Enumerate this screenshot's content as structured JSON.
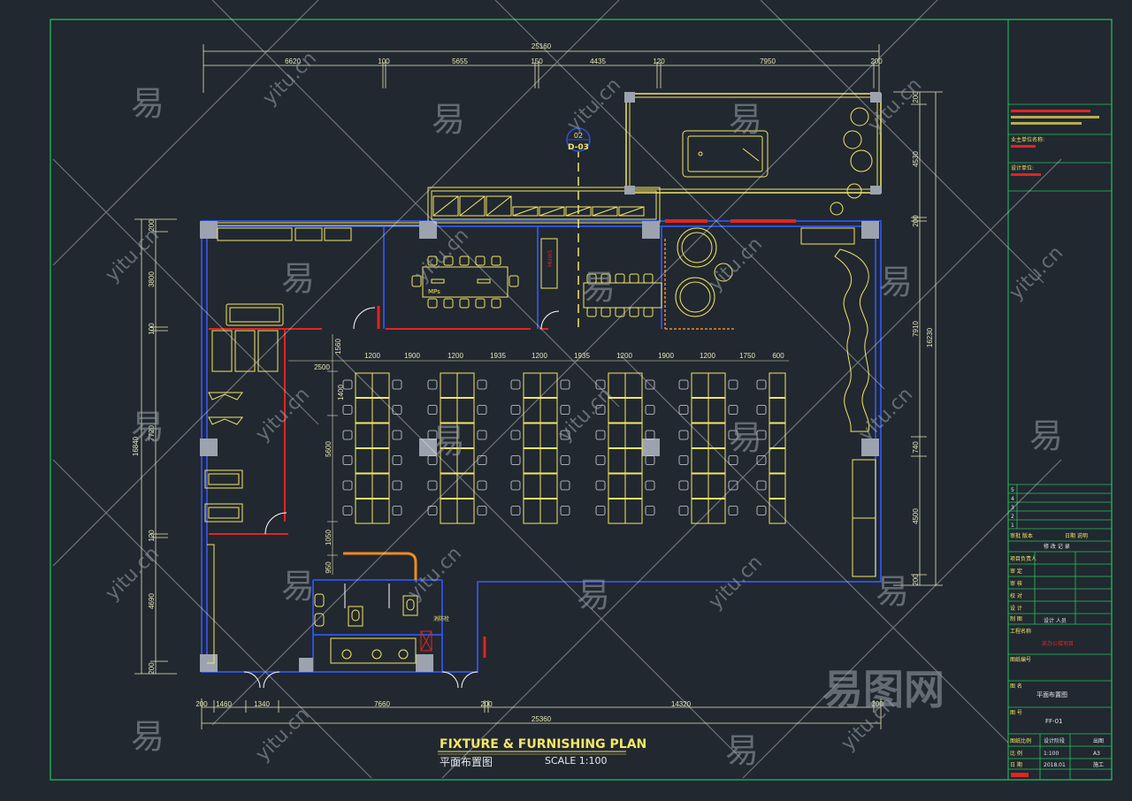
{
  "drawing": {
    "title_en": "FIXTURE & FURNISHING PLAN",
    "title_cn": "平面布置图",
    "scale": "SCALE 1:100",
    "section_marker": {
      "top": "02",
      "bottom": "D-03"
    },
    "meeting_label": "MPs",
    "wall_label": "MUWS",
    "fire_label": "消防栓"
  },
  "dimensions": {
    "top_total": "25160",
    "top_segments": [
      "6620",
      "100",
      "5655",
      "150",
      "4435",
      "120",
      "7950",
      "200"
    ],
    "bottom_total": "25360",
    "bottom_segments": [
      "200",
      "1460",
      "1340",
      "7660",
      "200",
      "14320",
      "200"
    ],
    "left_total": "16840",
    "left_segments": [
      "200",
      "3800",
      "100",
      "7720",
      "120",
      "4690",
      "200"
    ],
    "right_total": "16230",
    "right_segments": [
      "200",
      "4530",
      "200",
      "7910",
      "740",
      "4500",
      "200"
    ],
    "desk_row": [
      "1200",
      "1900",
      "1200",
      "1935",
      "1200",
      "1935",
      "1200",
      "1900",
      "1200",
      "1750",
      "600"
    ],
    "desk_col": [
      "1560",
      "2500",
      "1400",
      "5600",
      "1050",
      "950"
    ]
  },
  "title_block": {
    "client_label": "业主单位名称:",
    "designer_label": "设计单位:",
    "revision_rows": [
      "5",
      "4",
      "3",
      "2",
      "1"
    ],
    "approval_label": "审批 版本",
    "approval_head": "日期   说明",
    "approval_sub": "修 改 记 录",
    "sign_rows": [
      "项目负责人",
      "审 定",
      "审 核",
      "校 对",
      "设 计",
      "制 图"
    ],
    "designer_sub": "设计 人员",
    "project_label": "工程名称",
    "project_value": "某办公楼项目",
    "drawing_label": "图纸编号",
    "name_label": "图 名",
    "name_value": "平面布置图",
    "number_label": "图 号",
    "number_value": "FF-01",
    "bottom_rows": [
      [
        "图纸比例",
        "设计阶段",
        "出图"
      ],
      [
        "比 例",
        "1:100",
        "A3"
      ],
      [
        "日 期",
        "2018.01",
        "施工"
      ]
    ]
  },
  "watermark": {
    "brand": "易图网",
    "char": "易",
    "site": "yitu.cn"
  },
  "colors": {
    "background": "#212830",
    "frame": "#22c55e",
    "wall": "#2f4fd6",
    "furniture": "#f5e663",
    "red": "#e02424",
    "dim": "#e8e8b0",
    "column": "#9ca3af",
    "orange": "#f08a24"
  }
}
